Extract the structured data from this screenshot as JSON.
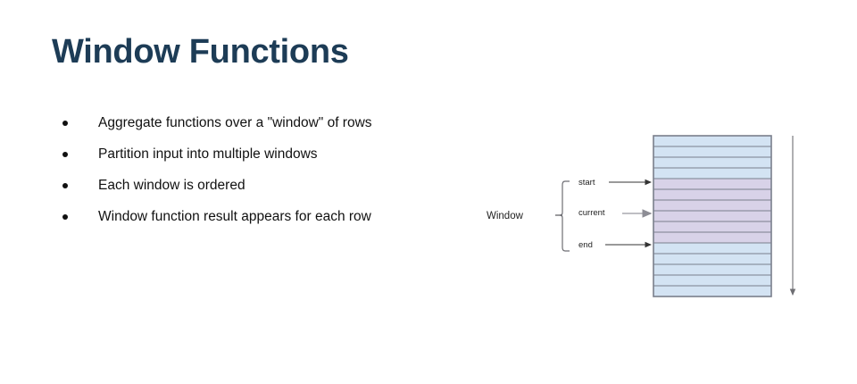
{
  "slide": {
    "title": "Window Functions",
    "background_color": "#ffffff",
    "title_color": "#1d3c56"
  },
  "bullets": [
    {
      "text": "Aggregate functions over a \"window\" of rows"
    },
    {
      "text": "Partition input into multiple windows"
    },
    {
      "text": "Each window is ordered"
    },
    {
      "text": "Window function result appears for each row"
    }
  ],
  "diagram": {
    "name": "window-frame-diagram",
    "brace_label": "Window",
    "pointer_labels": {
      "start": "start",
      "current": "current",
      "end": "end"
    },
    "colors": {
      "row_normal": "#d3e3f3",
      "row_window": "#d8d2e8",
      "row_border": "#7a7f8c",
      "table_border": "#7a7f8c",
      "arrow_dark": "#333333",
      "arrow_light": "#9a9aa0",
      "brace": "#6e6e73",
      "scan_arrow": "#6e6e73"
    },
    "table": {
      "total_rows": 15,
      "window_start_row": 5,
      "window_end_row": 10,
      "window_current_row": 8,
      "rows": [
        {
          "index": 1,
          "state": "normal"
        },
        {
          "index": 2,
          "state": "normal"
        },
        {
          "index": 3,
          "state": "normal"
        },
        {
          "index": 4,
          "state": "normal"
        },
        {
          "index": 5,
          "state": "window"
        },
        {
          "index": 6,
          "state": "window"
        },
        {
          "index": 7,
          "state": "window"
        },
        {
          "index": 8,
          "state": "window"
        },
        {
          "index": 9,
          "state": "window"
        },
        {
          "index": 10,
          "state": "window"
        },
        {
          "index": 11,
          "state": "normal"
        },
        {
          "index": 12,
          "state": "normal"
        },
        {
          "index": 13,
          "state": "normal"
        },
        {
          "index": 14,
          "state": "normal"
        },
        {
          "index": 15,
          "state": "normal"
        }
      ]
    },
    "scan_direction_arrow": "down-arrow"
  }
}
